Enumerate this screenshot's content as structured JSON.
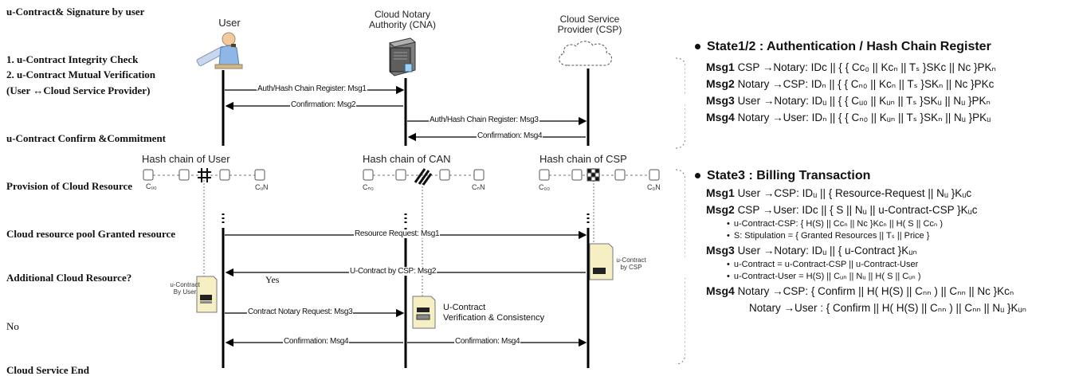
{
  "left_labels": [
    {
      "text": "u-Contract& Signature by user",
      "bold": true
    },
    {
      "text": "1. u-Contract Integrity Check",
      "bold": true
    },
    {
      "text": "2. u-Contract Mutual Verification",
      "bold": true
    },
    {
      "text": "(User ↔Cloud Service Provider)",
      "bold": true
    },
    {
      "text": "u-Contract Confirm &Commitment",
      "bold": true
    },
    {
      "text": "Provision of Cloud Resource",
      "bold": true
    },
    {
      "text": "Cloud resource pool  Granted resource",
      "bold": true
    },
    {
      "text": "Additional Cloud Resource?",
      "bold": true
    },
    {
      "text": "No",
      "bold": false
    },
    {
      "text": "Cloud Service End",
      "bold": true
    }
  ],
  "yes_label": "Yes",
  "actors": {
    "user": "User",
    "cna_line1": "Cloud Notary",
    "cna_line2": "Authority (CNA)",
    "csp_line1": "Cloud Service",
    "csp_line2": "Provider (CSP)"
  },
  "chains": {
    "user": "Hash chain of User",
    "can": "Hash chain of CAN",
    "csp": "Hash chain of CSP",
    "user_c0": "Cᵤ₀",
    "user_cn": "CᵤN",
    "can_c0": "Cₙ₀",
    "can_cn": "CₙN",
    "csp_c0": "C₀₀",
    "csp_cn": "C₀N"
  },
  "messages": {
    "m1": "Auth/Hash Chain Register: Msg1",
    "m2": "Confirmation: Msg2",
    "m3": "Auth/Hash Chain Register: Msg3",
    "m4": "Confirmation: Msg4",
    "r1": "Resource Request: Msg1",
    "r2": "U-Contract by CSP: Msg2",
    "r3": "Contract Notary Request: Msg3",
    "r4a": "Confirmation: Msg4",
    "r4b": "Confirmation: Msg4"
  },
  "docs": {
    "user_doc_line1": "u-Contract",
    "user_doc_line2": "By User",
    "csp_doc_line1": "u-Contract",
    "csp_doc_line2": "by CSP",
    "verif_line1": "U-Contract",
    "verif_line2": "Verification & Consistency"
  },
  "state12": {
    "title": "State1/2 : Authentication / Hash Chain Register",
    "msgs": [
      {
        "id": "Msg1",
        "text": "CSP →Notary: IDᴄ || { { Cᴄ₀ || Kᴄₙ || Tₛ }SKᴄ || Nᴄ }PKₙ"
      },
      {
        "id": "Msg2",
        "text": "Notary →CSP: IDₙ || { { Cₙ₀ || Kᴄₙ || Tₛ }SKₙ || Nᴄ }PKᴄ"
      },
      {
        "id": "Msg3",
        "text": "User →Notary: IDᵤ || { { Cᵤ₀ || Kᵤₙ || Tₛ }SKᵤ || Nᵤ }PKₙ"
      },
      {
        "id": "Msg4",
        "text": "Notary →User: IDₙ || { { Cₙ₀ || Kᵤₙ || Tₛ }SKₙ || Nᵤ }PKᵤ"
      }
    ]
  },
  "state3": {
    "title": "State3 : Billing Transaction",
    "msg1": {
      "id": "Msg1",
      "text": "User →CSP: IDᵤ || { Resource-Request || Nᵤ }Kᵤᴄ"
    },
    "msg2": {
      "id": "Msg2",
      "text": "CSP →User: IDᴄ || { S || Nᵤ || u-Contract-CSP }Kᵤᴄ"
    },
    "msg2_subs": [
      "u-Contract-CSP:  { H(S) || Cᴄₙ || Nᴄ }Kᴄₙ || H( S || Cᴄₙ )",
      "S: Stipulation = { Granted Resources || Tₛ || Price }"
    ],
    "msg3": {
      "id": "Msg3",
      "text": "User →Notary:  IDᵤ || { u-Contract }Kᵤₙ"
    },
    "msg3_subs": [
      "u-Contract = u-Contract-CSP || u-Contract-User",
      "u-Contract-User = H(S) || Cᵤₙ || Nᵤ || H( S || Cᵤₙ )"
    ],
    "msg4": {
      "id": "Msg4",
      "text": "Notary →CSP: { Confirm || H( H(S) || Cₙₙ ) || Cₙₙ || Nᴄ }Kᴄₙ"
    },
    "msg4b": "Notary →User : { Confirm || H( H(S) || Cₙₙ ) || Cₙₙ || Nᵤ }Kᵤₙ"
  }
}
